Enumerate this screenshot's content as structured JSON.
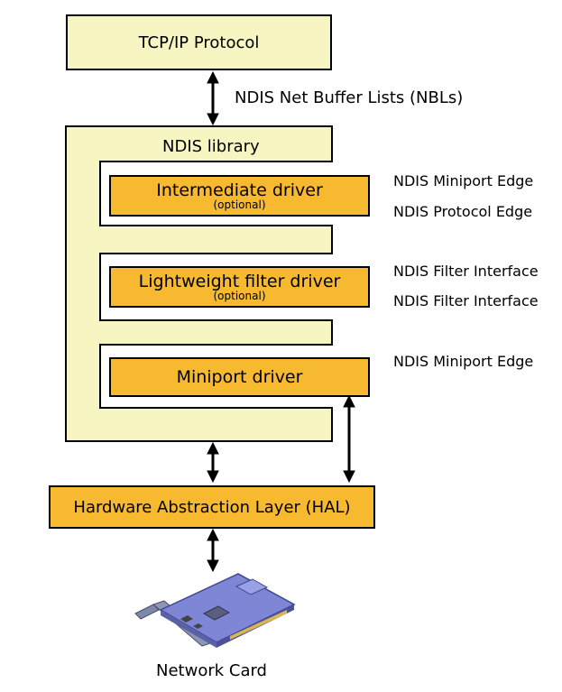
{
  "tcpip": {
    "label": "TCP/IP Protocol"
  },
  "nbl": {
    "label": "NDIS Net Buffer Lists (NBLs)"
  },
  "ndis": {
    "label": "NDIS library"
  },
  "intermediate": {
    "label": "Intermediate driver",
    "sub": "(optional)"
  },
  "lwf": {
    "label": "Lightweight filter driver",
    "sub": "(optional)"
  },
  "miniport": {
    "label": "Miniport driver"
  },
  "hal": {
    "label": "Hardware Abstraction Layer (HAL)"
  },
  "card": {
    "label": "Network Card",
    "icon": "network-card-icon"
  },
  "edges": {
    "miniport_edge_1": "NDIS Miniport Edge",
    "protocol_edge": "NDIS Protocol Edge",
    "filter_interface_1": "NDIS Filter Interface",
    "filter_interface_2": "NDIS Filter Interface",
    "miniport_edge_2": "NDIS Miniport Edge"
  },
  "colors": {
    "light": "#f7f5c2",
    "orange": "#f7b92f",
    "border": "#000000"
  }
}
